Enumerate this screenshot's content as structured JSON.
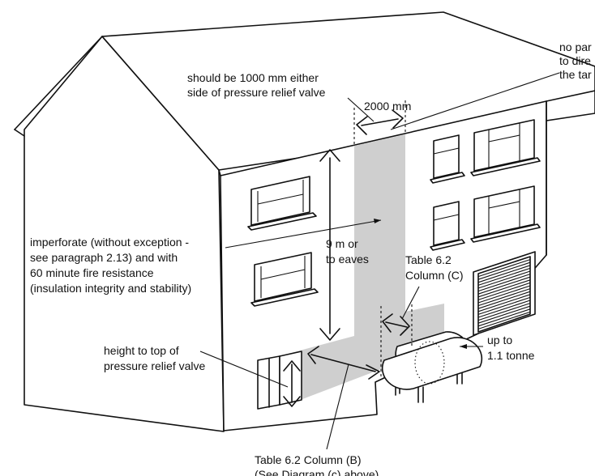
{
  "labels": {
    "no_partition": [
      "no par",
      "to dire",
      "the tar"
    ],
    "should_be": [
      "should be 1000 mm either",
      "side of pressure relief valve"
    ],
    "width_2000": "2000 mm",
    "imperforate": [
      "imperforate (without exception -",
      "see paragraph 2.13) and with",
      "60 minute fire resistance",
      "(insulation integrity and stability)"
    ],
    "height_9m": [
      "9 m or",
      "to eaves"
    ],
    "table_c": [
      "Table 6.2",
      "Column (C)"
    ],
    "up_to": [
      "up to",
      "1.1 tonne"
    ],
    "height_top": [
      "height to top of",
      "pressure relief valve"
    ],
    "table_b": [
      "Table 6.2 Column (B)",
      "(See Diagram (c) above)"
    ]
  },
  "colors": {
    "shaded_wall": "#cfcfcf",
    "line": "#111111",
    "background": "#ffffff"
  }
}
